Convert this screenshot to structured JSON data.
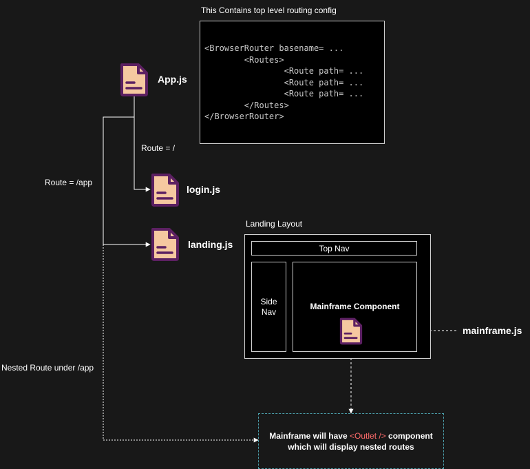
{
  "top_note": "This Contains top level routing config",
  "code_lines": [
    "<BrowserRouter basename= ...",
    "        <Routes>",
    "                <Route path= ...",
    "                <Route path= ...",
    "                <Route path= ...",
    "        </Routes>",
    "</BrowserRouter>"
  ],
  "files": {
    "app": "App.js",
    "login": "login.js",
    "landing": "landing.js",
    "mainframe": "mainframe.js"
  },
  "edges": {
    "route_root": "Route = /",
    "route_app": "Route = /app",
    "nested": "Nested Route under  /app"
  },
  "layout": {
    "title": "Landing Layout",
    "top_nav": "Top Nav",
    "side_nav_line1": "Side",
    "side_nav_line2": "Nav",
    "mainframe_component": "Mainframe Component"
  },
  "outlet_note": {
    "prefix": "Mainframe will have ",
    "tag": "<Outlet />",
    "suffix": " component",
    "line2": "which will display nested routes"
  },
  "colors": {
    "background": "#181818",
    "file_icon_fill": "#f5c8a0",
    "file_icon_stroke": "#5c2062",
    "outlet_tag": "#ff6b6b",
    "outlet_border": "#4a9ca8"
  }
}
